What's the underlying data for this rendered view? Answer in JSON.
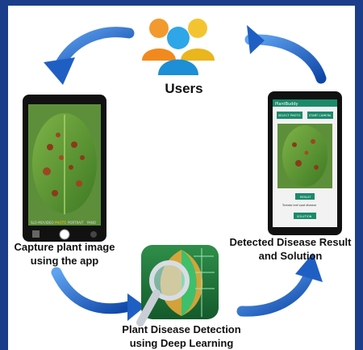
{
  "diagram": {
    "users_label": "Users",
    "capture_label_line1": "Capture plant image",
    "capture_label_line2": "using the app",
    "result_label_line1": "Detected Disease Result",
    "result_label_line2": "and Solution",
    "detection_label_line1": "Plant Disease Detection",
    "detection_label_line2": "using Deep Learning"
  },
  "left_phone": {
    "mode_labels": [
      "SLO-MO",
      "VIDEO",
      "PHOTO",
      "PORTRAIT",
      "PANO"
    ],
    "selected_mode": "PHOTO"
  },
  "right_phone": {
    "app_title": "PlantBuddy",
    "button_left": "SELECT PHOTO",
    "button_right": "START CAMERA",
    "result_button": "RESULT",
    "result_text": "Tomato leaf spot disease",
    "solution_button": "SOLUTION"
  },
  "colors": {
    "frame": "#1c3d8a",
    "arrow": "#1f5fc4",
    "app_header": "#1a8a6a",
    "app_icon": "#1f6e3a"
  }
}
